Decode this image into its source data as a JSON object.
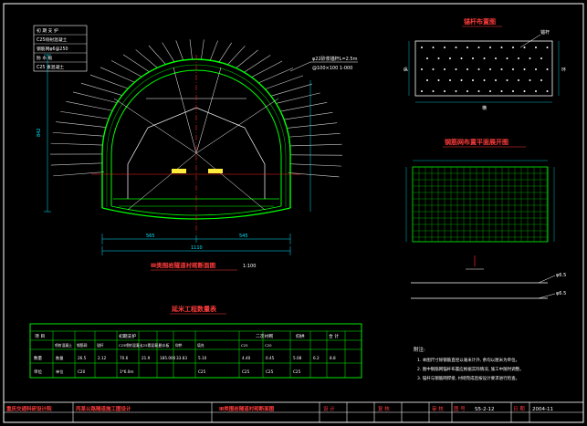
{
  "colors": {
    "background": "#000000",
    "frame": "#ffffff",
    "tunnel": "#00ff00",
    "rock_bolts": "#cfcfcf",
    "dimension": "#00e5ff",
    "title_text": "#ff3b3b",
    "table_lines": "#00ff00",
    "table_text": "#ffffff",
    "mesh": "#00c000",
    "titleblock_text": "#ff3b3b",
    "centerline": "#ff2020"
  },
  "legend": {
    "items": [
      "初 期 支 护",
      "C25喷射混凝土",
      "钢筋网φ6@250",
      "防 水 板",
      "C25 素混凝土"
    ]
  },
  "section": {
    "title": "Ⅲ类围岩隧道衬砌断面图",
    "scale": "1:100",
    "bolt_note": "φ22砂浆锚杆L=2.5m",
    "mesh_note": "@100×100 1-000",
    "width_dim": "1110",
    "side_dim_left": "565",
    "side_dim_right": "545",
    "height_dim": "842"
  },
  "bolt_layout": {
    "title": "锚杆布置图",
    "labels": [
      "锚杆",
      "纵",
      "横",
      "环"
    ]
  },
  "mesh_plan": {
    "title": "钢筋网布置平面展开图",
    "note_1": "φ6.5",
    "note_2": "φ6.5"
  },
  "quantity_table": {
    "title": "延米工程数量表",
    "group_headers": [
      "项 目",
      "初期支护",
      "二次衬砌",
      "仰拱",
      "合 计"
    ],
    "sub_headers": [
      "喷射混凝土",
      "钢筋网",
      "锚杆",
      "C25喷射混凝土",
      "C25素混凝土",
      "防水板",
      "仰拱",
      "填充",
      "C25",
      "C20"
    ],
    "rows": [
      [
        "数量",
        "26.5",
        "2.12",
        "70.6",
        "21.9",
        "185.000",
        "33.83",
        "5.10",
        "4.40",
        "0.45",
        "5.08",
        "6.2",
        "8.8"
      ],
      [
        "单位",
        "C20",
        "",
        "1*6.0m",
        "",
        "",
        "",
        "C25",
        "C25",
        "C25",
        "C25",
        "",
        ""
      ]
    ],
    "row_labels": [
      "数量",
      "单位"
    ]
  },
  "notes": {
    "heading": "附注:",
    "lines": [
      "1. 本图尺寸除钢筋直径以毫米计外, 余均以厘米为单位。",
      "2. 图中钢筋网锚杆布置应根据实际情况, 施工中随时调整。",
      "3. 锚杆与钢筋网焊接, 衬砌完成后按设计要求进行检查。"
    ]
  },
  "title_block": {
    "org": "重庆交通科研设计院",
    "project": "丙某公路隧道施工图设计",
    "drawing": "Ⅲ类围岩隧道衬砌断面图",
    "design_label": "设 计",
    "check_label": "复 核",
    "review_label": "审 核",
    "drawing_no_label": "图 号",
    "drawing_no": "S5-2-12",
    "date_label": "日 期",
    "date": "2004-11"
  }
}
